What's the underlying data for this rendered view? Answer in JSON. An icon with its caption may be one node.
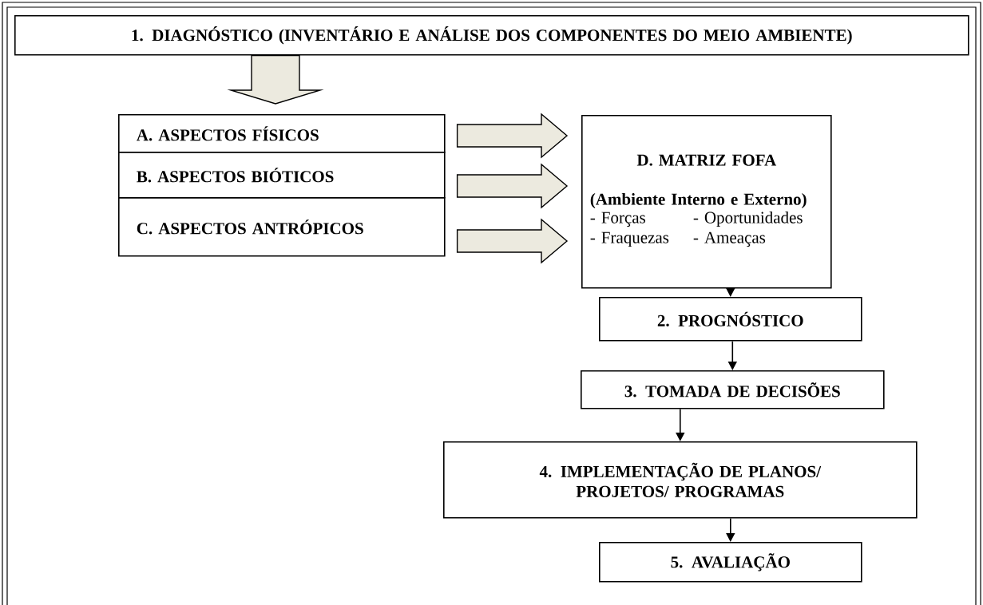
{
  "diagram": {
    "nodes": [
      {
        "text": [
          "1. DIAGNÓSTICO (INVENTÁRIO E ANÁLISE DOS COMPONENTES DO MEIO AMBIENTE)"
        ]
      },
      {
        "text": [
          "A. ASPECTOS FÍSICOS"
        ]
      },
      {
        "text": [
          "B. ASPECTOS BIÓTICOS"
        ]
      },
      {
        "text": [
          "C. ASPECTOS ANTRÓPICOS"
        ]
      },
      {
        "text": [
          "D. MATRIZ FOFA",
          "(Ambiente Interno e Externo)",
          "- Forças",
          "- Oportunidades",
          "- Fraquezas",
          "- Ameaças"
        ]
      },
      {
        "text": [
          "2. PROGNÓSTICO"
        ]
      },
      {
        "text": [
          "3. TOMADA DE DECISÕES"
        ]
      },
      {
        "text": [
          "4. IMPLEMENTAÇÃO DE PLANOS/ PROJETOS/ PROGRAMAS"
        ]
      },
      {
        "text": [
          "5. AVALIAÇÃO"
        ]
      }
    ],
    "edges": [
      {
        "from": 0,
        "to": 1,
        "arrow": "to",
        "style": "thick",
        "color": "#eceadf"
      },
      {
        "from": 1,
        "to": 4,
        "arrow": "to",
        "style": "thick",
        "color": "#eceadf"
      },
      {
        "from": 2,
        "to": 4,
        "arrow": "to",
        "style": "thick",
        "color": "#eceadf"
      },
      {
        "from": 3,
        "to": 4,
        "arrow": "to",
        "style": "thick",
        "color": "#eceadf"
      },
      {
        "from": 4,
        "to": 5,
        "arrow": "to"
      },
      {
        "from": 5,
        "to": 6,
        "arrow": "to"
      },
      {
        "from": 6,
        "to": 7,
        "arrow": "to"
      },
      {
        "from": 7,
        "to": 8,
        "arrow": "to"
      }
    ]
  }
}
